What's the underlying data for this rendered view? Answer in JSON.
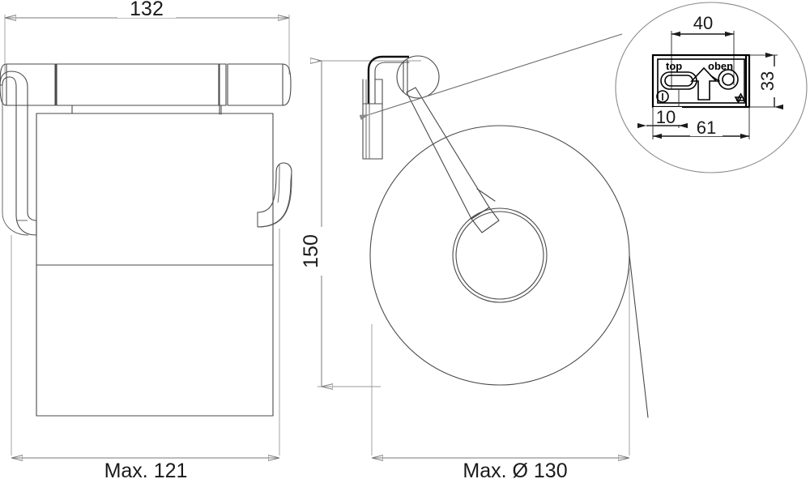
{
  "drawing": {
    "title": "Toilet roll holder technical dimension drawing",
    "units": "mm",
    "background_color": "#ffffff",
    "line_color": "#4a4a4a",
    "dim_color": "#7a7a7a",
    "text_color": "#1a1a1a"
  },
  "views": {
    "front": {
      "name": "front-view",
      "dimensions": {
        "top_width": {
          "label": "132",
          "orientation": "horizontal",
          "position": "top"
        },
        "bottom_width": {
          "label": "Max. 121",
          "orientation": "horizontal",
          "position": "bottom"
        }
      }
    },
    "side": {
      "name": "side-view",
      "dimensions": {
        "height": {
          "label": "150",
          "orientation": "vertical",
          "position": "left"
        },
        "roll_diameter": {
          "label": "Max. Ø 130",
          "orientation": "horizontal",
          "position": "bottom"
        }
      }
    },
    "detail": {
      "name": "detail-view-mounting-plate",
      "labels": {
        "top_left": "top",
        "top_right": "oben"
      },
      "dimensions": {
        "hole_spacing": "40",
        "edge_offset": "10",
        "plate_width": "61",
        "plate_height": "33"
      },
      "icons": {
        "slot_hole": "oval-slot-hole-icon",
        "round_hole": "round-hole-icon",
        "up_arrow": "up-arrow-icon",
        "marker_one": "circled-one-icon",
        "recycle_mark": "triangle-recycle-icon"
      }
    }
  }
}
